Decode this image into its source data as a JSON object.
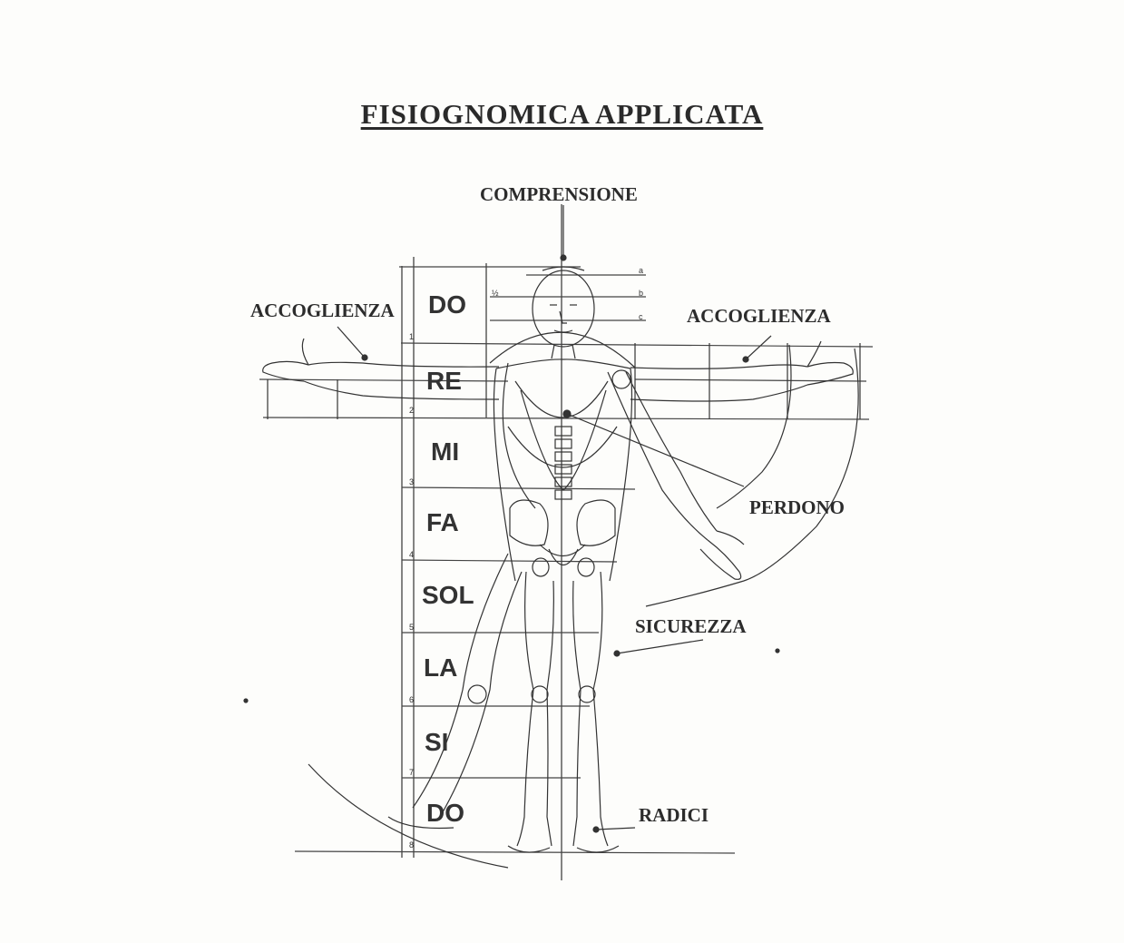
{
  "title": "FISIOGNOMICA APPLICATA",
  "labels": {
    "comprensione": "COMPRENSIONE",
    "accoglienza_left": "ACCOGLIENZA",
    "accoglienza_right": "ACCOGLIENZA",
    "perdono": "PERDONO",
    "sicurezza": "SICUREZZA",
    "radici": "RADICI"
  },
  "notes": [
    "DO",
    "RE",
    "MI",
    "FA",
    "SOL",
    "LA",
    "SI",
    "DO"
  ],
  "scale_numbers": [
    "1",
    "2",
    "3",
    "4",
    "5",
    "6",
    "7",
    "8"
  ],
  "head_marks": [
    "a",
    "b",
    "c",
    "½"
  ],
  "colors": {
    "ink": "#2c2c2c",
    "paper": "#fdfdfb"
  }
}
